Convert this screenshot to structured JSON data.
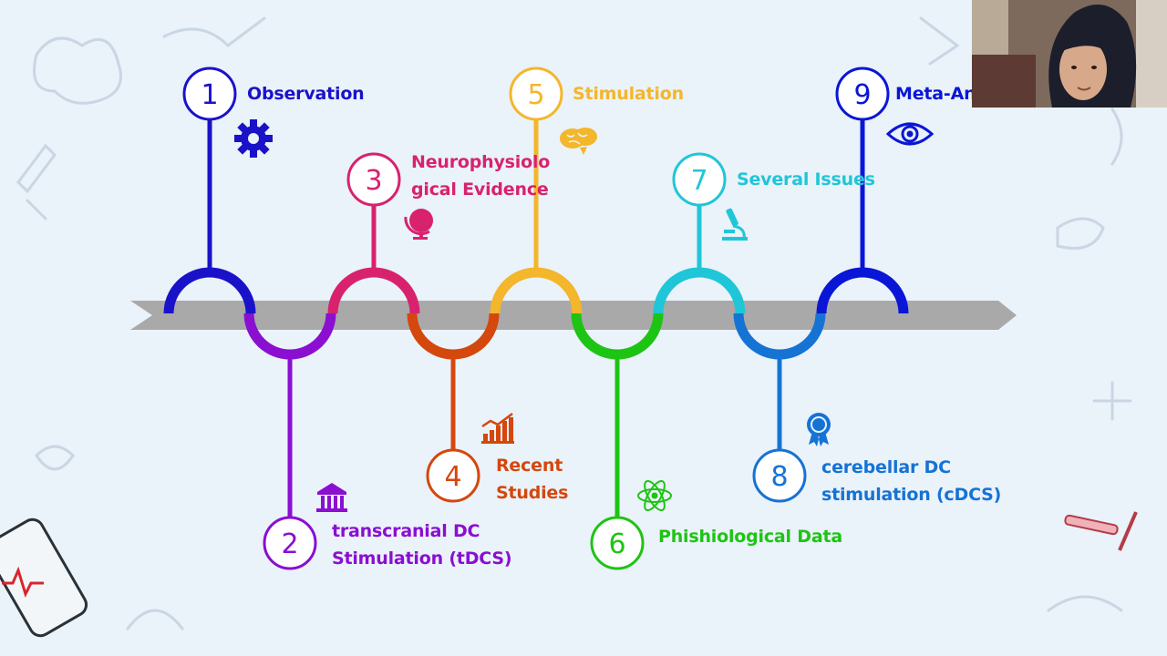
{
  "steps": [
    {
      "num": "1",
      "lines": [
        "Observation"
      ],
      "color": "#1a12c9",
      "icon": "gear-icon"
    },
    {
      "num": "2",
      "lines": [
        "transcranial DC",
        "Stimulation (tDCS)"
      ],
      "color": "#8a0fd0",
      "icon": "institution-icon"
    },
    {
      "num": "3",
      "lines": [
        "Neurophysiolo",
        "gical Evidence"
      ],
      "color": "#d8226e",
      "icon": "globe-icon"
    },
    {
      "num": "4",
      "lines": [
        "Recent",
        "Studies"
      ],
      "color": "#d4470d",
      "icon": "bar-chart-icon"
    },
    {
      "num": "5",
      "lines": [
        "Stimulation"
      ],
      "color": "#f4b62a",
      "icon": "brain-icon"
    },
    {
      "num": "6",
      "lines": [
        "Phishiological Data"
      ],
      "color": "#1ec413",
      "icon": "atom-icon"
    },
    {
      "num": "7",
      "lines": [
        "Several Issues"
      ],
      "color": "#1fc6d8",
      "icon": "microscope-icon"
    },
    {
      "num": "8",
      "lines": [
        "cerebellar DC",
        "stimulation (cDCS)"
      ],
      "color": "#1573d4",
      "icon": "award-badge-icon"
    },
    {
      "num": "9",
      "lines": [
        "Meta-Anal"
      ],
      "color": "#0a16d6",
      "icon": "eye-icon"
    }
  ]
}
